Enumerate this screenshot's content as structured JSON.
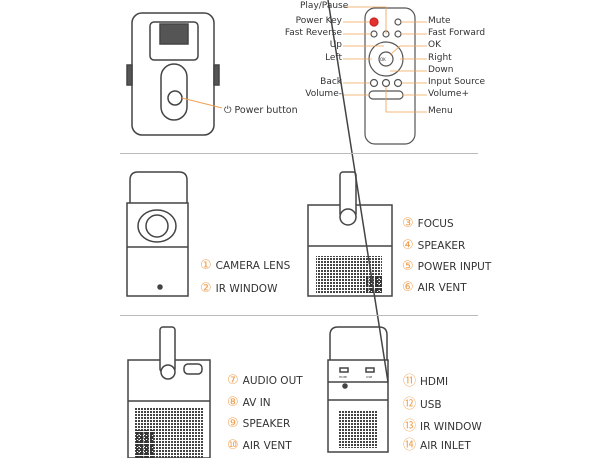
{
  "top": {
    "power_button_label": "Power button",
    "remote": {
      "left": [
        "Play/Pause",
        "Power Key",
        "Fast Reverse",
        "Up",
        "Left",
        "Back",
        "Volume-"
      ],
      "right": [
        "Mute",
        "Fast Forward",
        "OK",
        "Right",
        "Down",
        "Input Source",
        "Volume+",
        "Menu"
      ],
      "ok_key": "OK"
    }
  },
  "middle": {
    "front": [
      {
        "n": "①",
        "t": "CAMERA LENS"
      },
      {
        "n": "②",
        "t": "IR WINDOW"
      }
    ],
    "side": [
      {
        "n": "③",
        "t": "FOCUS"
      },
      {
        "n": "④",
        "t": "SPEAKER"
      },
      {
        "n": "⑤",
        "t": "POWER INPUT"
      },
      {
        "n": "⑥",
        "t": "AIR VENT"
      }
    ]
  },
  "bottom": {
    "side": [
      {
        "n": "⑦",
        "t": "AUDIO OUT"
      },
      {
        "n": "⑧",
        "t": "AV IN"
      },
      {
        "n": "⑨",
        "t": "SPEAKER"
      },
      {
        "n": "⑩",
        "t": "AIR VENT"
      }
    ],
    "rear": [
      {
        "n": "⑪",
        "t": "HDMI"
      },
      {
        "n": "⑫",
        "t": "USB"
      },
      {
        "n": "⑬",
        "t": "IR WINDOW"
      },
      {
        "n": "⑭",
        "t": "AIR  INLET"
      }
    ],
    "port_labels": {
      "hdmi": "HDMI",
      "usb": "USB"
    }
  },
  "colors": {
    "accent": "#f0a050",
    "power_key": "#e53030",
    "line": "#555555"
  }
}
